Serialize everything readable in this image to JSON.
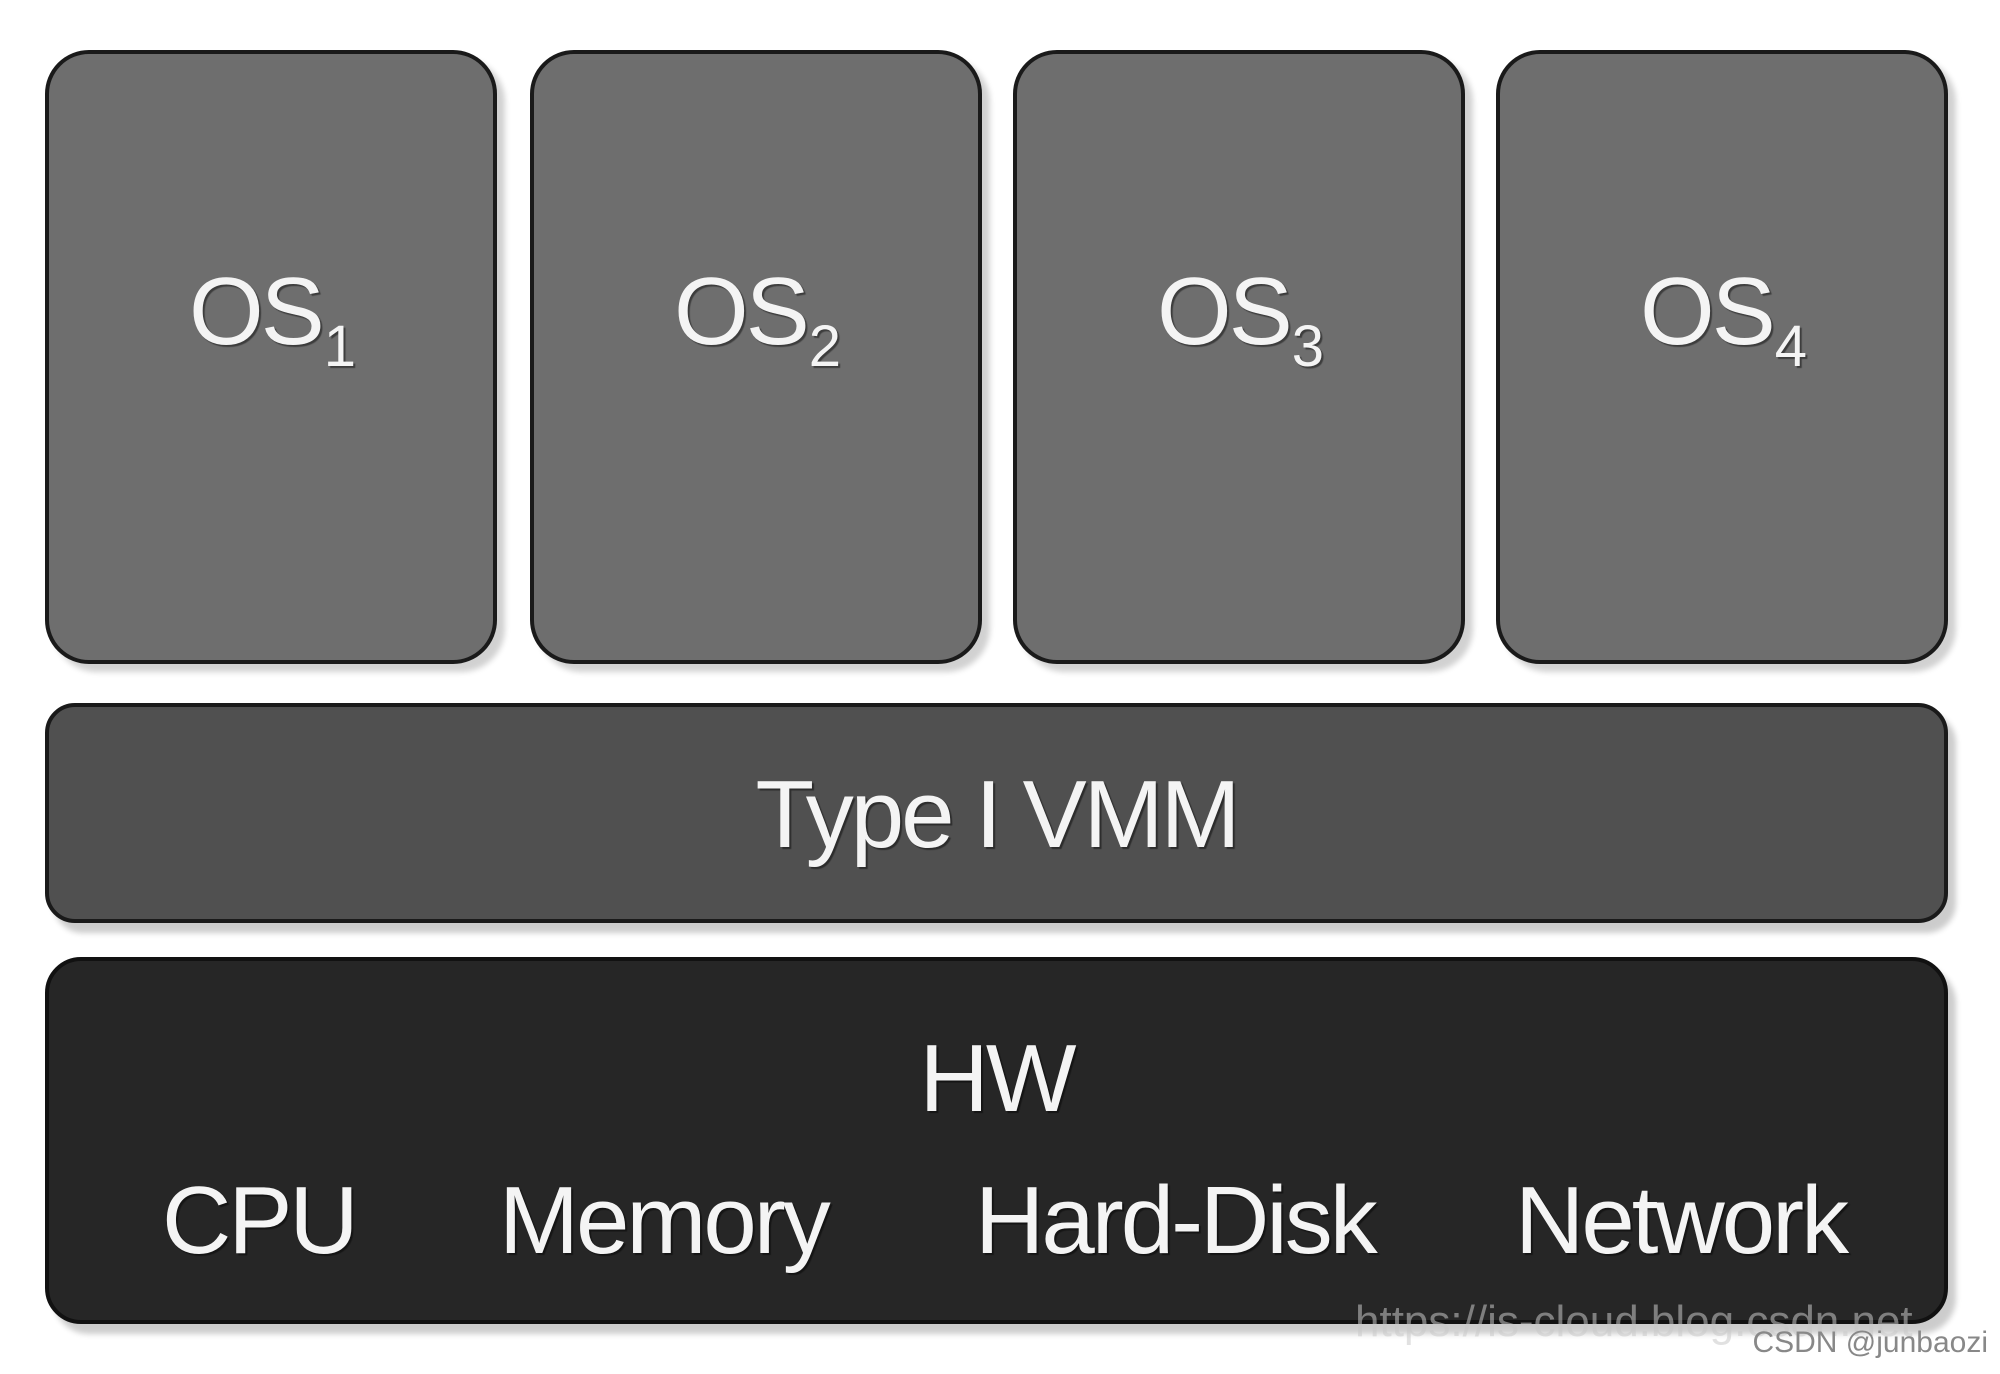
{
  "guest_os": [
    {
      "name": "OS",
      "subscript": "1"
    },
    {
      "name": "OS",
      "subscript": "2"
    },
    {
      "name": "OS",
      "subscript": "3"
    },
    {
      "name": "OS",
      "subscript": "4"
    }
  ],
  "vmm": {
    "label": "Type I VMM"
  },
  "hardware": {
    "title": "HW",
    "components": [
      "CPU",
      "Memory",
      "Hard-Disk",
      "Network"
    ]
  },
  "watermarks": {
    "faint_url": "https://is-cloud.blog.csdn.net",
    "credit": "CSDN @junbaozi"
  },
  "colors": {
    "os_fill": "#6e6e6e",
    "vmm_fill": "#505050",
    "hw_fill": "#262626",
    "text": "#f4f4f4"
  }
}
